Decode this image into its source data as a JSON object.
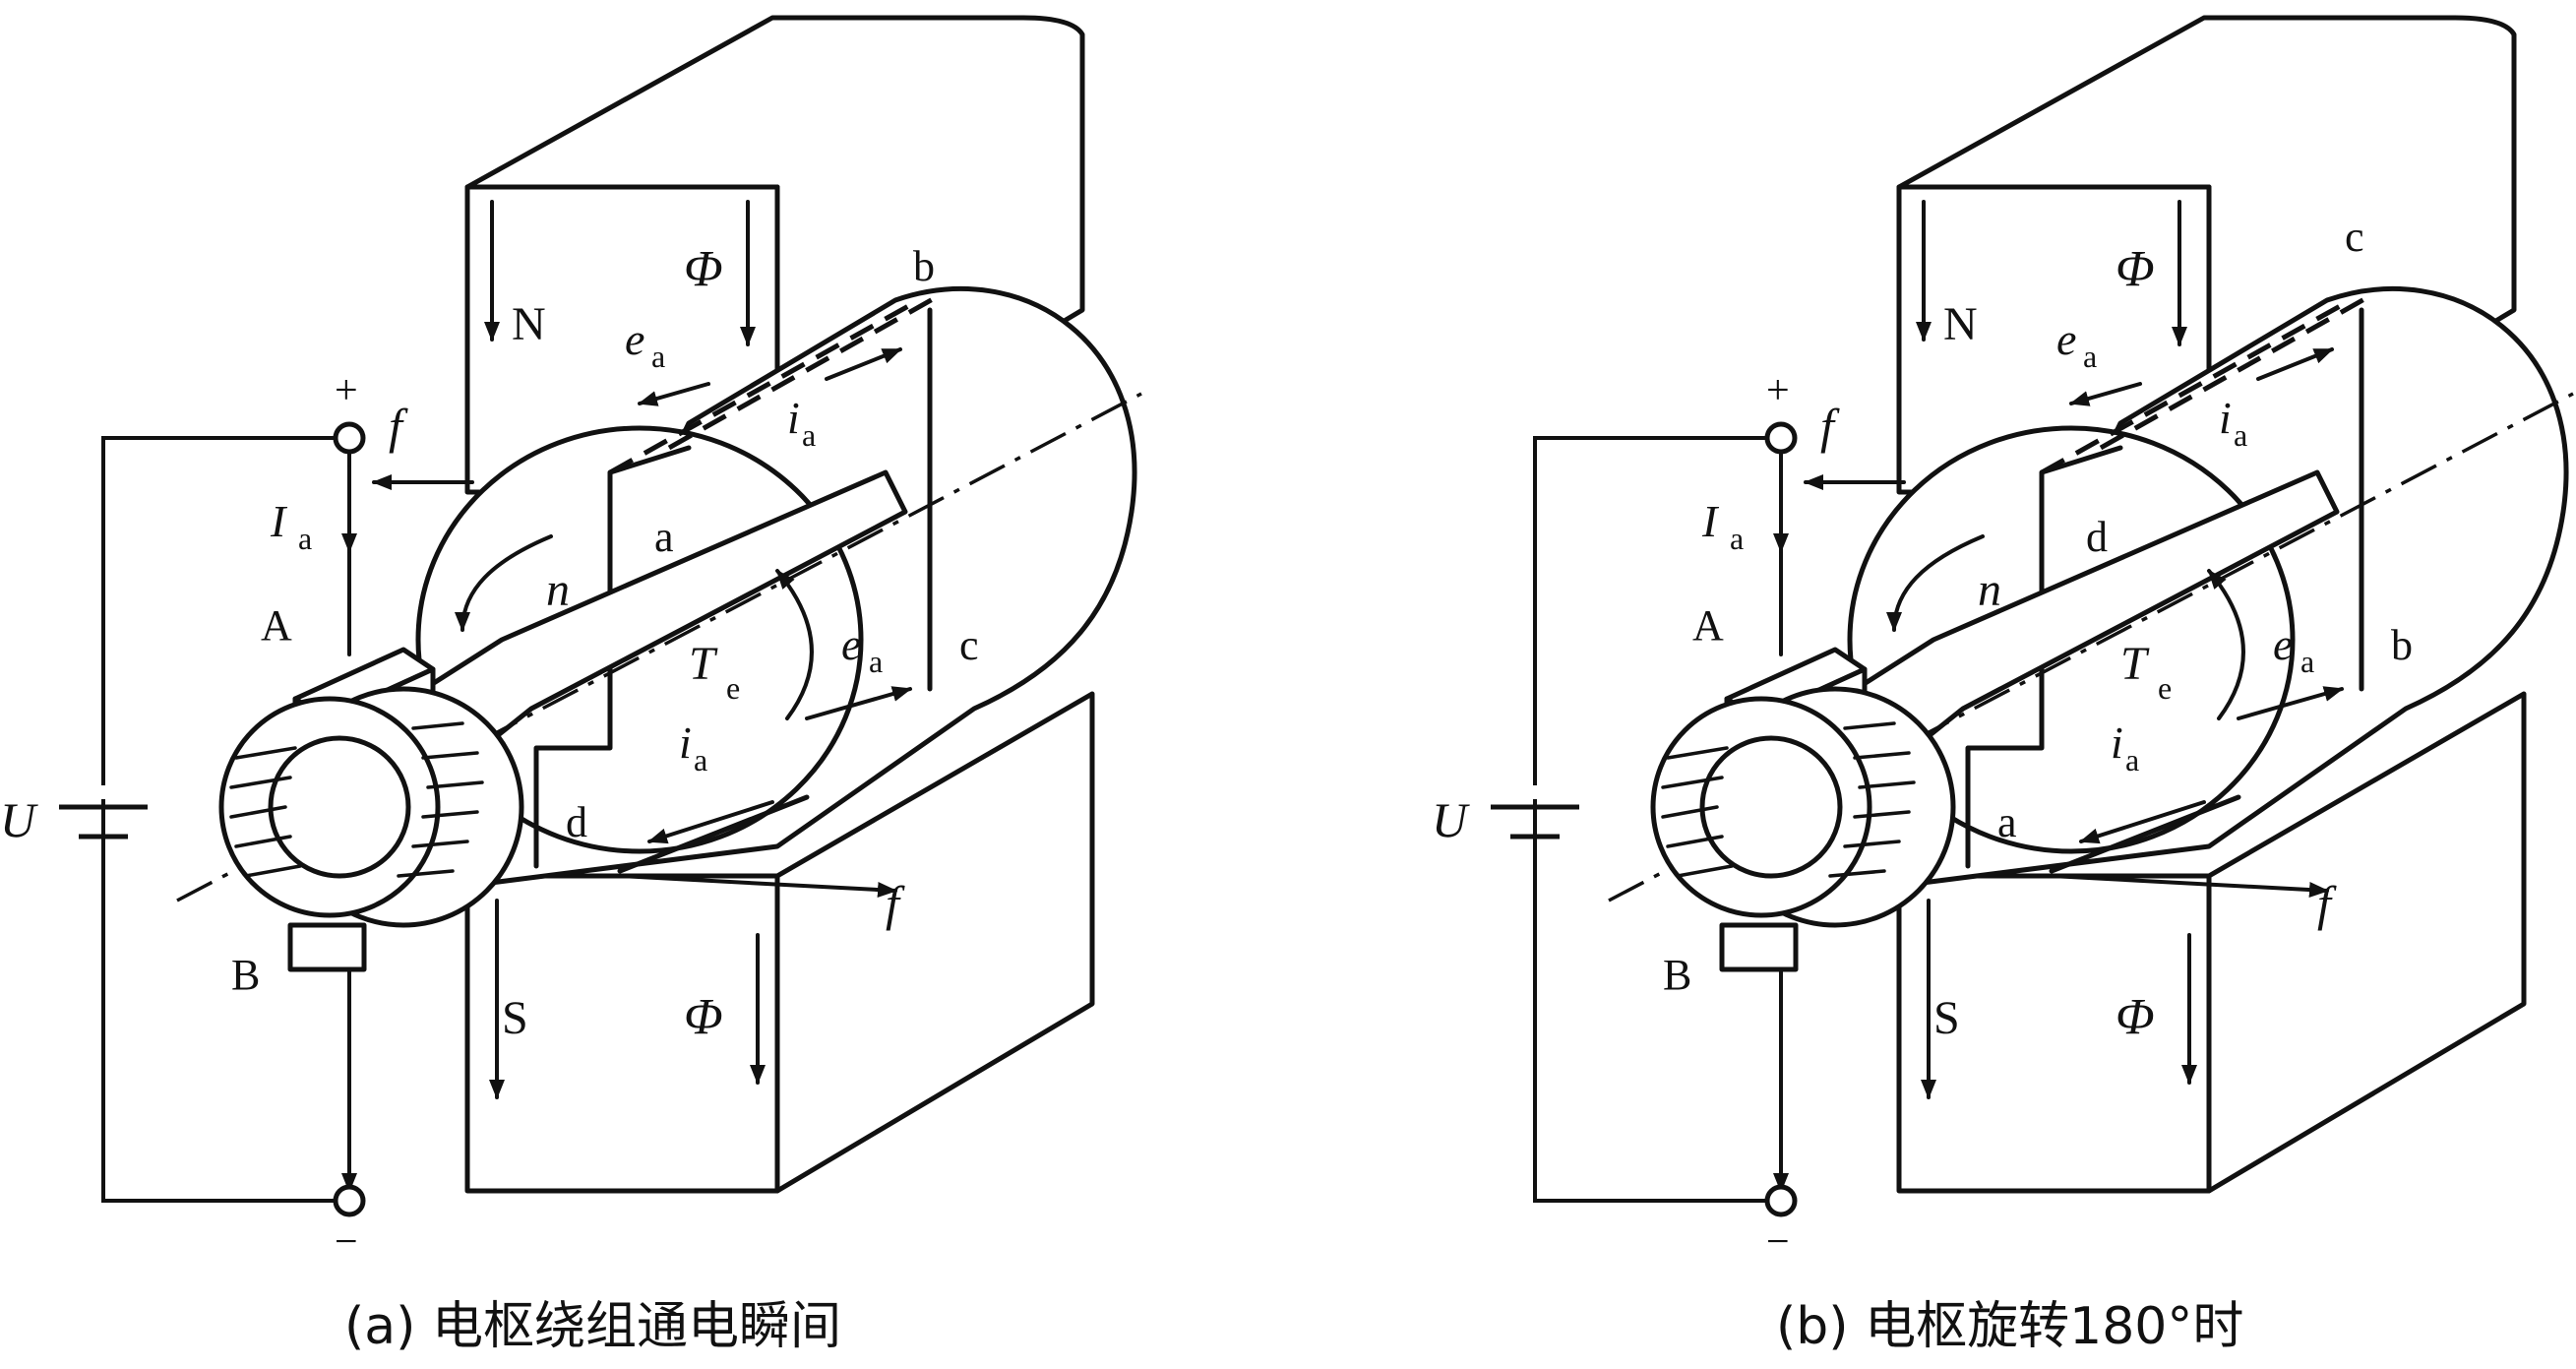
{
  "panels": [
    {
      "caption": "(a) 电枢绕组通电瞬间",
      "labels": {
        "flux_top": "Φ",
        "flux_bottom": "Φ",
        "pole_top": "N",
        "pole_bottom": "S",
        "ea_top": "e",
        "ea_top_sub": "a",
        "ia_top": "i",
        "ia_top_sub": "a",
        "ea_mid": "e",
        "ea_mid_sub": "a",
        "ia_mid": "i",
        "ia_mid_sub": "a",
        "Te": "T",
        "Te_sub": "e",
        "n": "n",
        "f_top": "f",
        "f_bottom": "f",
        "coil_1": "b",
        "coil_2": "a",
        "coil_3": "c",
        "coil_4": "d",
        "brush_top": "A",
        "brush_bottom": "B",
        "Ia": "I",
        "Ia_sub": "a",
        "U": "U",
        "plus": "+",
        "minus": "−"
      }
    },
    {
      "caption": "(b) 电枢旋转180°时",
      "labels": {
        "flux_top": "Φ",
        "flux_bottom": "Φ",
        "pole_top": "N",
        "pole_bottom": "S",
        "ea_top": "e",
        "ea_top_sub": "a",
        "ia_top": "i",
        "ia_top_sub": "a",
        "ea_mid": "e",
        "ea_mid_sub": "a",
        "ia_mid": "i",
        "ia_mid_sub": "a",
        "Te": "T",
        "Te_sub": "e",
        "n": "n",
        "f_top": "f",
        "f_bottom": "f",
        "coil_1": "c",
        "coil_2": "d",
        "coil_3": "b",
        "coil_4": "a",
        "brush_top": "A",
        "brush_bottom": "B",
        "Ia": "I",
        "Ia_sub": "a",
        "U": "U",
        "plus": "+",
        "minus": "−"
      }
    }
  ]
}
